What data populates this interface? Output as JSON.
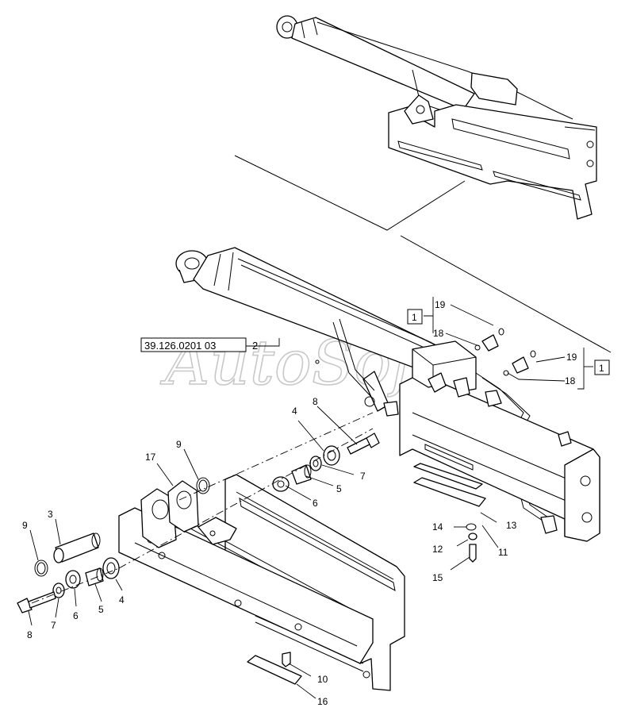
{
  "reference_label": "39.126.0201 03",
  "reference_item": "2",
  "watermark": "AutoSoft",
  "callouts": [
    {
      "id": "c19a",
      "text": "19"
    },
    {
      "id": "c18a",
      "text": "18"
    },
    {
      "id": "c1a",
      "text": "1"
    },
    {
      "id": "c19b",
      "text": "19"
    },
    {
      "id": "c1b",
      "text": "1"
    },
    {
      "id": "c18b",
      "text": "18"
    },
    {
      "id": "c8a",
      "text": "8"
    },
    {
      "id": "c4a",
      "text": "4"
    },
    {
      "id": "c9a",
      "text": "9"
    },
    {
      "id": "c17",
      "text": "17"
    },
    {
      "id": "c7a",
      "text": "7"
    },
    {
      "id": "c5a",
      "text": "5"
    },
    {
      "id": "c6a",
      "text": "6"
    },
    {
      "id": "c9b",
      "text": "9"
    },
    {
      "id": "c3",
      "text": "3"
    },
    {
      "id": "c14",
      "text": "14"
    },
    {
      "id": "c13",
      "text": "13"
    },
    {
      "id": "c12",
      "text": "12"
    },
    {
      "id": "c11",
      "text": "11"
    },
    {
      "id": "c15",
      "text": "15"
    },
    {
      "id": "c8b",
      "text": "8"
    },
    {
      "id": "c7b",
      "text": "7"
    },
    {
      "id": "c6b",
      "text": "6"
    },
    {
      "id": "c5b",
      "text": "5"
    },
    {
      "id": "c4b",
      "text": "4"
    },
    {
      "id": "c10",
      "text": "10"
    },
    {
      "id": "c16",
      "text": "16"
    }
  ]
}
